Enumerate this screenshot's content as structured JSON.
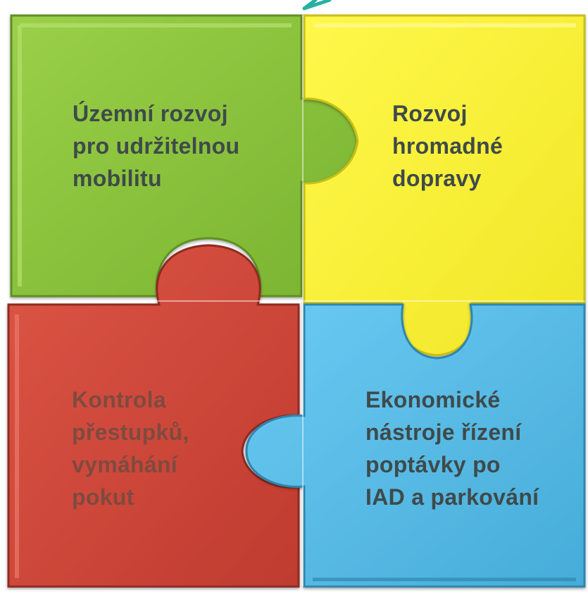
{
  "pieces": [
    {
      "id": "green",
      "color": "#8cc63f",
      "text": [
        "Územní rozvoj",
        "pro udržitelnou",
        "mobilitu"
      ]
    },
    {
      "id": "yellow",
      "color": "#fdf32f",
      "text": [
        "Rozvoj",
        "hromadné",
        "dopravy"
      ]
    },
    {
      "id": "red",
      "color": "#d4473a",
      "text": [
        "Kontrola",
        "přestupků,",
        "vymáhání",
        "pokut"
      ]
    },
    {
      "id": "blue",
      "color": "#5bc0eb",
      "text": [
        "Ekonomické",
        "nástroje řízení",
        "poptávky po",
        "IAD a parkování"
      ]
    }
  ],
  "colors": {
    "teal_accent": "#27b0a3"
  }
}
